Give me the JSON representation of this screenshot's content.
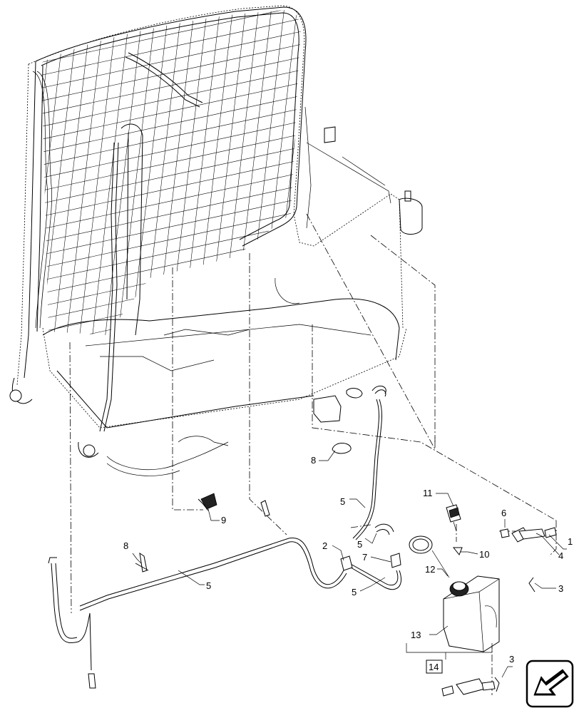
{
  "callouts": [
    {
      "id": "c1",
      "text": "1"
    },
    {
      "id": "c2",
      "text": "2"
    },
    {
      "id": "c3a",
      "text": "3"
    },
    {
      "id": "c3b",
      "text": "3"
    },
    {
      "id": "c4",
      "text": "4"
    },
    {
      "id": "c5a",
      "text": "5"
    },
    {
      "id": "c5b",
      "text": "5"
    },
    {
      "id": "c5c",
      "text": "5"
    },
    {
      "id": "c5d",
      "text": "5"
    },
    {
      "id": "c6",
      "text": "6"
    },
    {
      "id": "c7",
      "text": "7"
    },
    {
      "id": "c8a",
      "text": "8"
    },
    {
      "id": "c8b",
      "text": "8"
    },
    {
      "id": "c9",
      "text": "9"
    },
    {
      "id": "c10",
      "text": "10"
    },
    {
      "id": "c11",
      "text": "11"
    },
    {
      "id": "c12",
      "text": "12"
    },
    {
      "id": "c13",
      "text": "13"
    },
    {
      "id": "c14",
      "text": "14"
    }
  ],
  "nav_icon": "previous-page-arrow-icon"
}
